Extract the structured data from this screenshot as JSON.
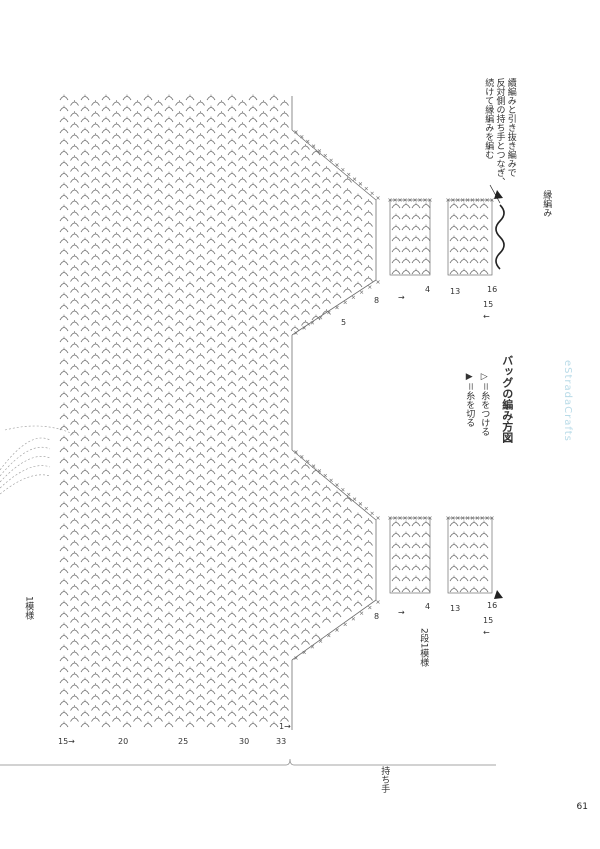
{
  "page_number": "61",
  "watermark": "eStradaCrafts",
  "legend": {
    "title": "バッグの編み方図",
    "items": [
      {
        "symbol": "▷",
        "text": "＝糸をつける"
      },
      {
        "symbol": "▶",
        "text": "＝糸を切る"
      }
    ]
  },
  "annotations": {
    "note_line1": "續編みと引き抜き編みで",
    "note_line2": "反対側の持ち手とつなぎ、",
    "note_line3": "続けて縁編みを編む",
    "edging": "縁編み",
    "one_pattern": "1模様",
    "two_row_pattern": "2段1模様",
    "handle": "持ち手"
  },
  "row_numbers": {
    "bottom": [
      "15→",
      "20",
      "25",
      "30",
      "33"
    ],
    "bottom_last_arrow": "1→",
    "top_handle": [
      "4",
      "8",
      "5",
      "13",
      "15",
      "16"
    ],
    "lower_handle": [
      "4",
      "8",
      "13",
      "15",
      "16"
    ],
    "arrows": [
      "→",
      "←"
    ]
  }
}
